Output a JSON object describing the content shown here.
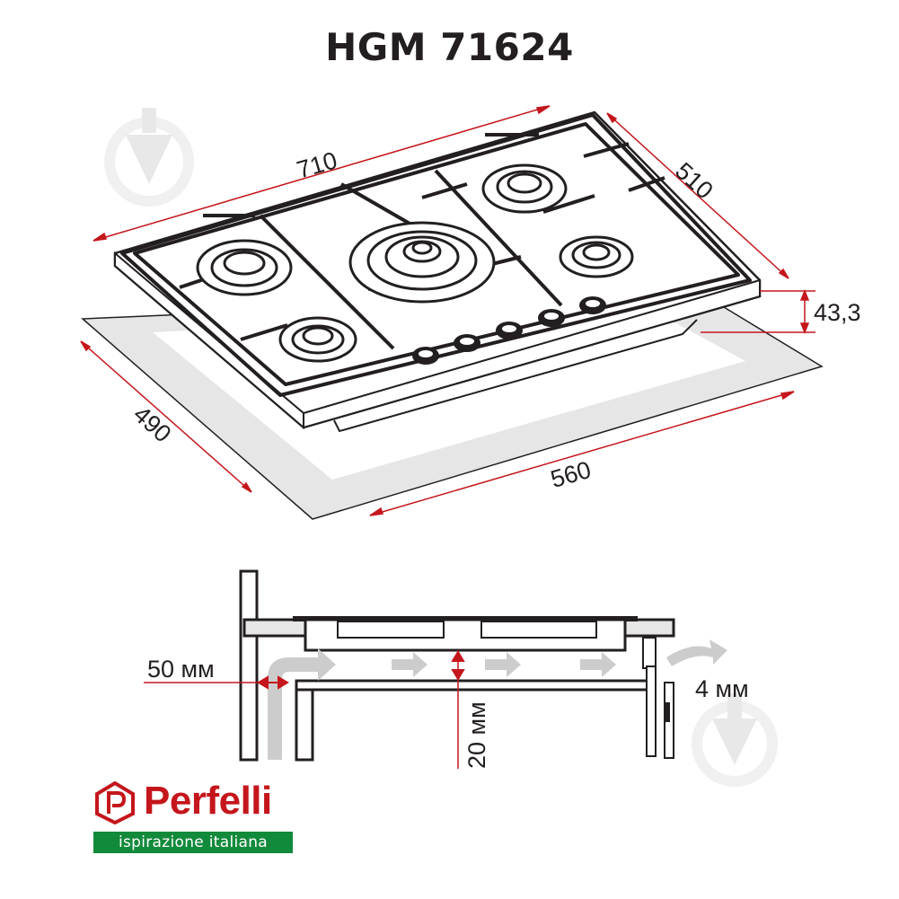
{
  "title": "HGM 71624",
  "dimensions": {
    "width_top": "710",
    "depth_top": "510",
    "height": "43,3",
    "cutout_depth": "490",
    "cutout_width": "560"
  },
  "installation": {
    "side_gap": "50 мм",
    "vent_gap": "4 мм",
    "bottom_gap": "20 мм"
  },
  "brand": {
    "name": "Perfelli",
    "tagline": "ispirazione italiana"
  },
  "colors": {
    "dimension_line": "#c4161c",
    "brand_red": "#c4161c",
    "brand_green": "#128a3b",
    "cutout_fill": "#e6e6e6",
    "airflow": "#cccccc"
  }
}
